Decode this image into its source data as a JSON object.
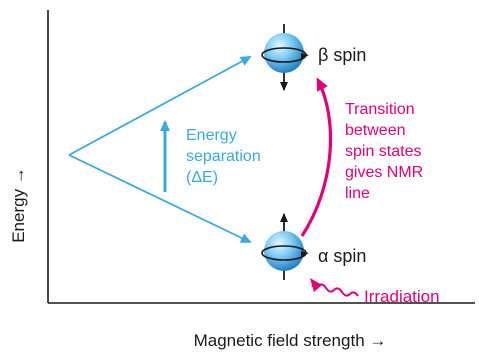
{
  "axes": {
    "y_label": "Energy →",
    "x_label": "Magnetic field strength →"
  },
  "states": {
    "beta_label": "β spin",
    "alpha_label": "α spin"
  },
  "energy_separation": {
    "lines": [
      "Energy",
      "separation",
      "(ΔE)"
    ]
  },
  "transition": {
    "lines": [
      "Transition",
      "between",
      "spin states",
      "gives NMR",
      "line"
    ]
  },
  "irradiation": {
    "label": "Irradiation"
  },
  "colors": {
    "blue": "#39a9e0",
    "magenta": "#e2007a",
    "black": "#1a1a1a",
    "sphere_light": "#bfe8ff",
    "sphere_dark": "#1e86c8"
  }
}
